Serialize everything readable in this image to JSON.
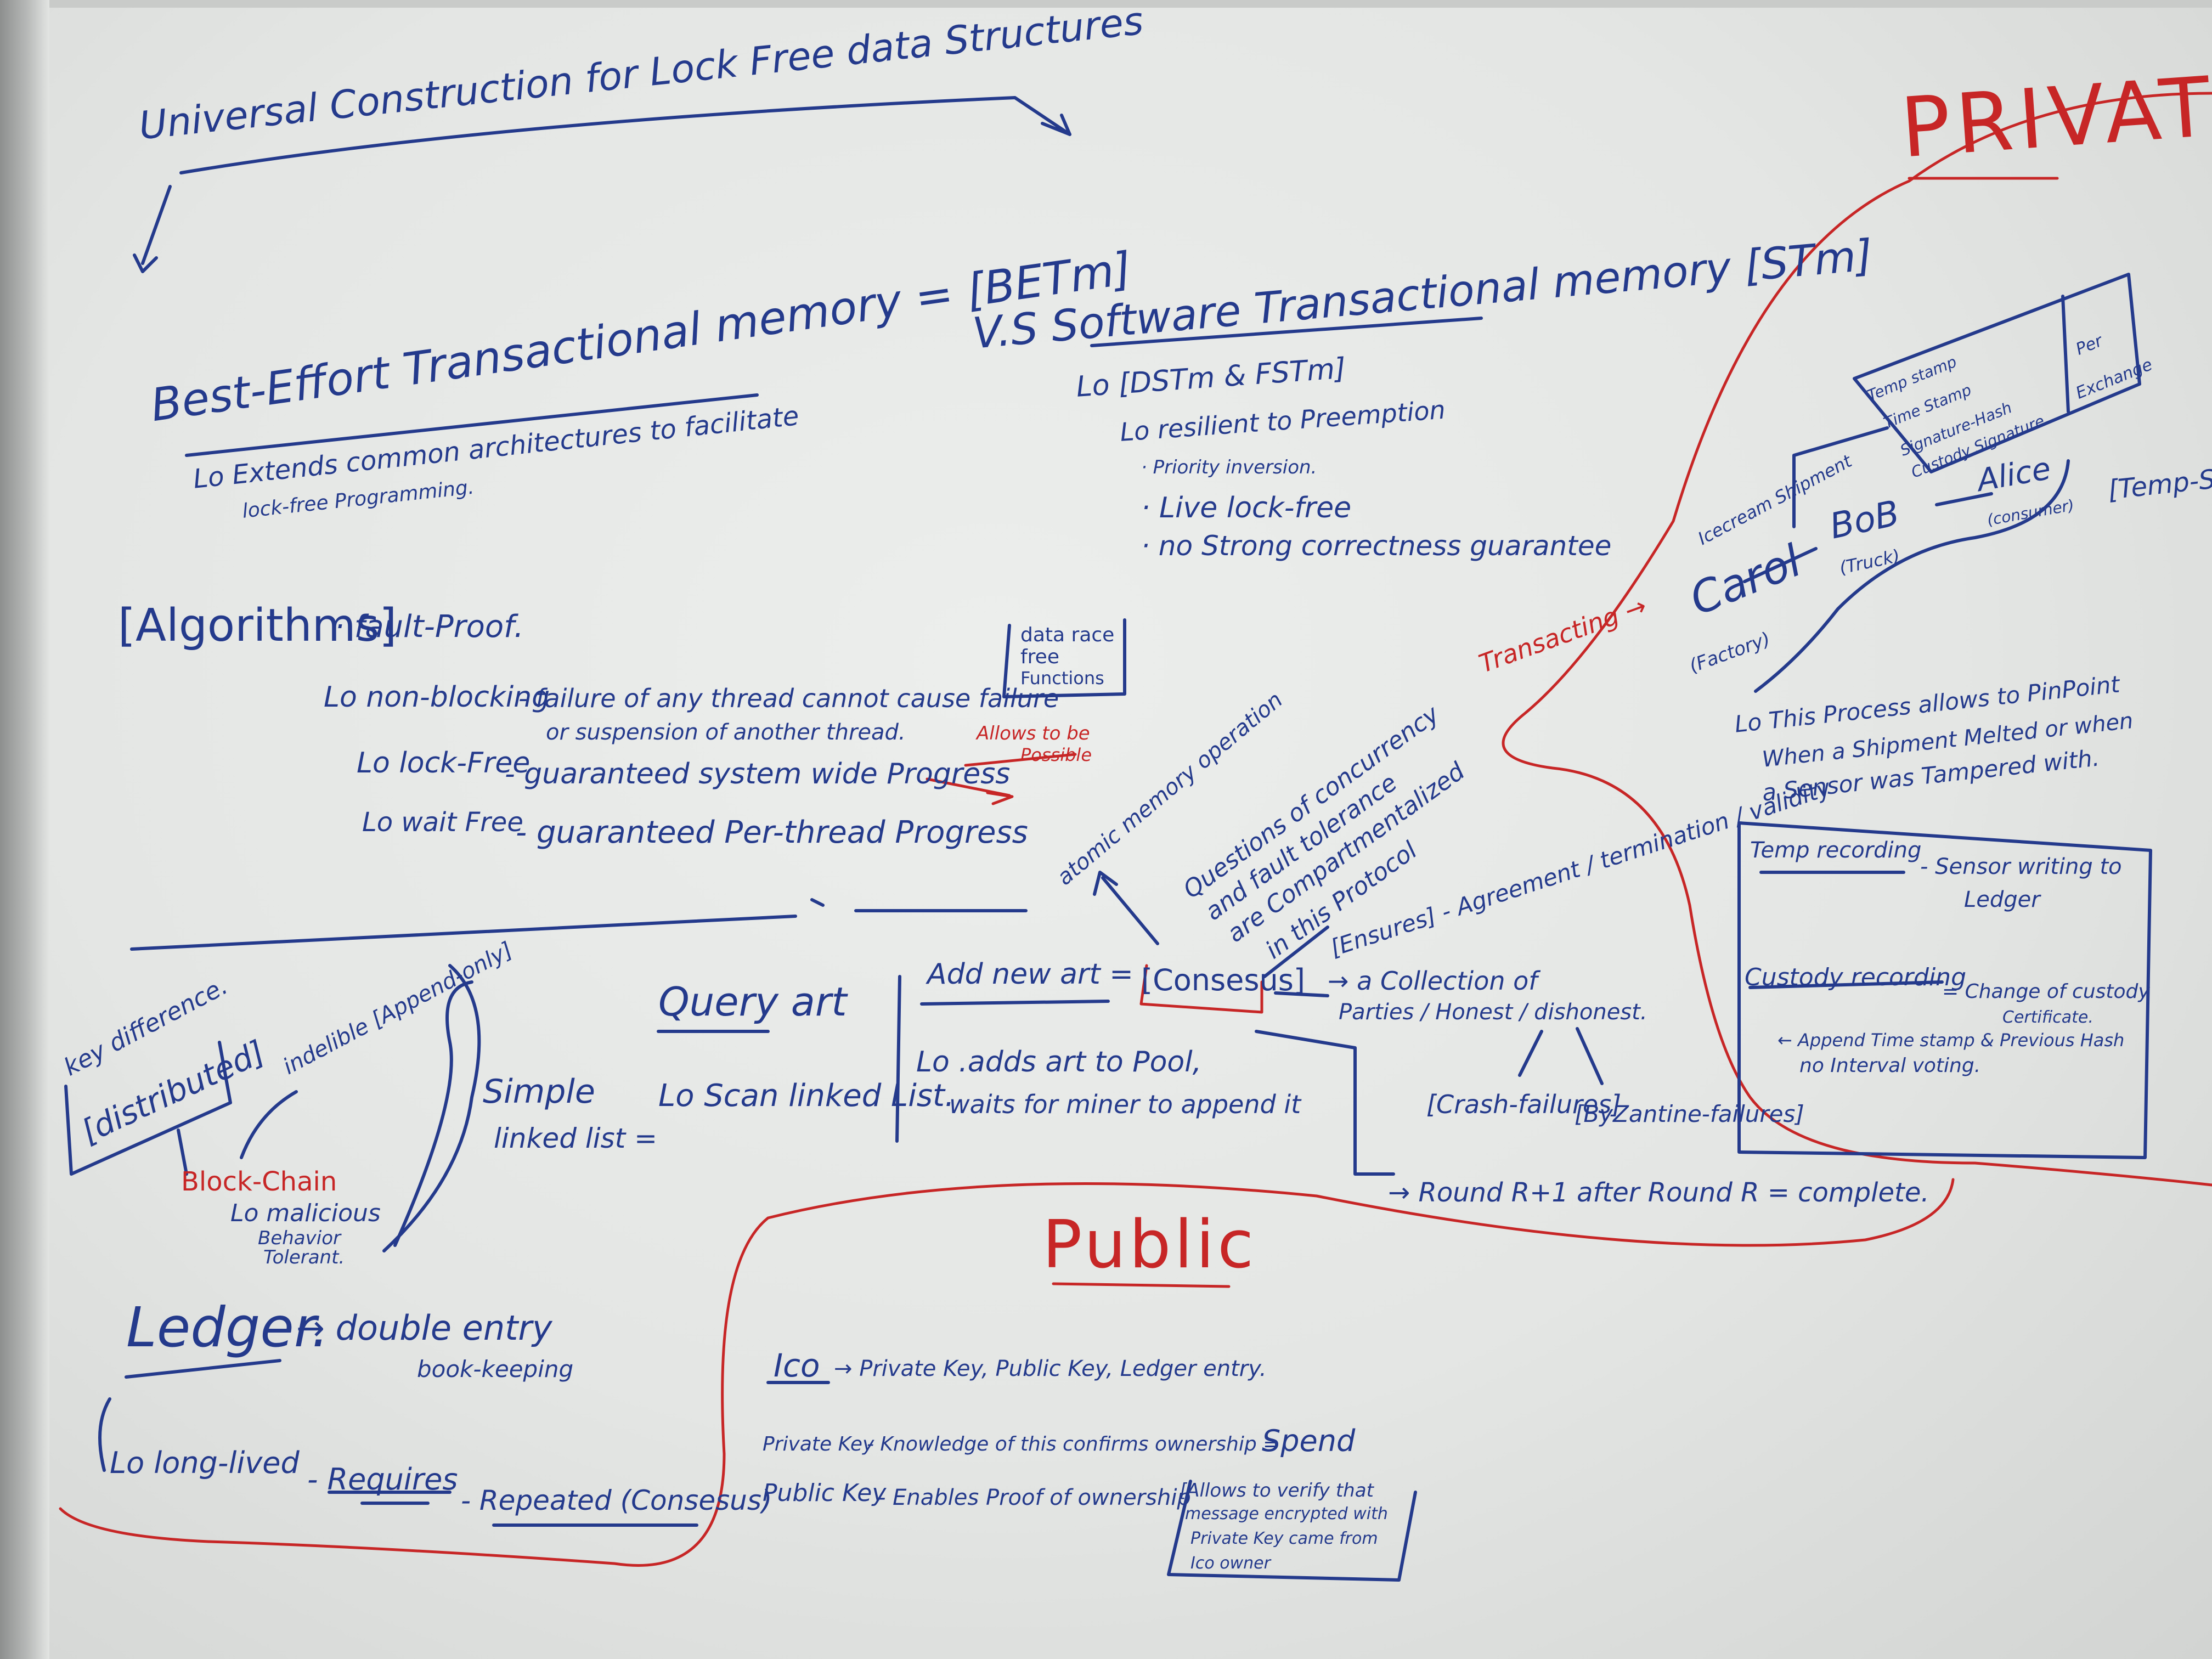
{
  "title": "Universal Construction for Lock Free data Structures",
  "private_heading": "PRIVATE",
  "public_heading": "Public",
  "betm": {
    "title": "Best-Effort Transactional memory = [BETm]",
    "line1": "Lo Extends common architectures to facilitate",
    "line2": "lock-free Programming."
  },
  "stm": {
    "title": "V.S Software Transactional memory [STm]",
    "sub": "Lo [DSTm & FSTm]",
    "line1": "Lo resilient to Preemption",
    "line2": "· Priority inversion.",
    "line3": "· Live lock-free",
    "line4": "· no Strong correctness guarantee"
  },
  "algorithms": {
    "label": "[Algorithms]",
    "fault": "· fault-Proof.",
    "nonblocking_label": "Lo non-blocking",
    "nonblocking_desc": "- failure of any thread cannot cause failure",
    "nonblocking_desc2": "or suspension of another thread.",
    "lockfree_label": "Lo lock-Free",
    "lockfree_desc": "- guaranteed system wide Progress",
    "waitfree_label": "Lo wait Free",
    "waitfree_desc": "- guaranteed Per-thread Progress",
    "box_l1": "data race",
    "box_l2": "free",
    "box_l3": "Functions",
    "allows": "Allows to be",
    "possible": "Possible"
  },
  "atomic": "atomic memory operation",
  "concurrency": {
    "l1": "Questions of concurrency",
    "l2": "and fault tolerance",
    "l3": "are Compartmentalized",
    "l4": "in this Protocol"
  },
  "ensures": "[Ensures] - Agreement / termination / validity",
  "consensus": {
    "add": "Add new art =",
    "label": "[Consesus]",
    "adds1": "Lo .adds art to Pool,",
    "adds2": "waits for miner to append it",
    "collection1": "→ a Collection of",
    "collection2": "Parties / Honest / dishonest.",
    "crash": "[Crash-failures]",
    "byz": "[ByZantine-failures]",
    "round": "→ Round R+1 after Round R = complete."
  },
  "query": {
    "title": "Query art",
    "simple": "Simple",
    "linked": "linked list =",
    "scan": "Lo Scan linked List."
  },
  "blockchain": {
    "keydiff": "key difference.",
    "distributed": "[distributed]",
    "indelible": "indelible [Append-only]",
    "label": "Block-Chain",
    "malicious": "Lo malicious",
    "behavior": "Behavior",
    "tolerant": "Tolerant."
  },
  "ledger": {
    "label": "Ledger.",
    "double": "→ double entry",
    "book": "book-keeping",
    "long": "Lo long-lived",
    "requires": "- Requires",
    "repeated": "- Repeated (Consesus)"
  },
  "private": {
    "transacting": "Transacting →",
    "carol": "Carol",
    "factory": "(Factory)",
    "bob": "BoB",
    "truck": "(Truck)",
    "alice": "Alice",
    "consumer": "(consumer)",
    "icecream": "Icecream Shipment",
    "temp_s": "[Temp-S",
    "box_l1": "Temp stamp",
    "box_l2": "Time Stamp",
    "box_l3": "Signature-Hash",
    "box_l4": "Custody Signature",
    "per": "Per",
    "exchange": "Exchange",
    "pinpoint1": "Lo This Process allows to PinPoint",
    "pinpoint2": "When a Shipment Melted or when",
    "pinpoint3": "a Sensor was Tampered with.",
    "temp_rec": "Temp recording",
    "sensor1": "- Sensor writing to",
    "sensor2": "Ledger",
    "custody": "Custody recording",
    "change1": "= Change of custody",
    "change2": "Certificate.",
    "append": "← Append Time stamp & Previous Hash",
    "nointerval": "no Interval voting."
  },
  "public": {
    "ico_label": "Ico",
    "ico_desc": "→ Private Key, Public Key, Ledger entry.",
    "privkey_label": "Private Key",
    "privkey_desc": "- Knowledge of this confirms ownership =",
    "spend": "Spend",
    "pubkey_label": "Public Key",
    "pubkey_desc": "- Enables Proof of ownership",
    "box_l1": "[Allows to verify that",
    "box_l2": "message encrypted with",
    "box_l3": "Private Key came from",
    "box_l4": "Ico owner"
  },
  "colors": {
    "blue_ink": "#243a8c",
    "red_ink": "#c72626",
    "board": "#e6e8e6"
  }
}
